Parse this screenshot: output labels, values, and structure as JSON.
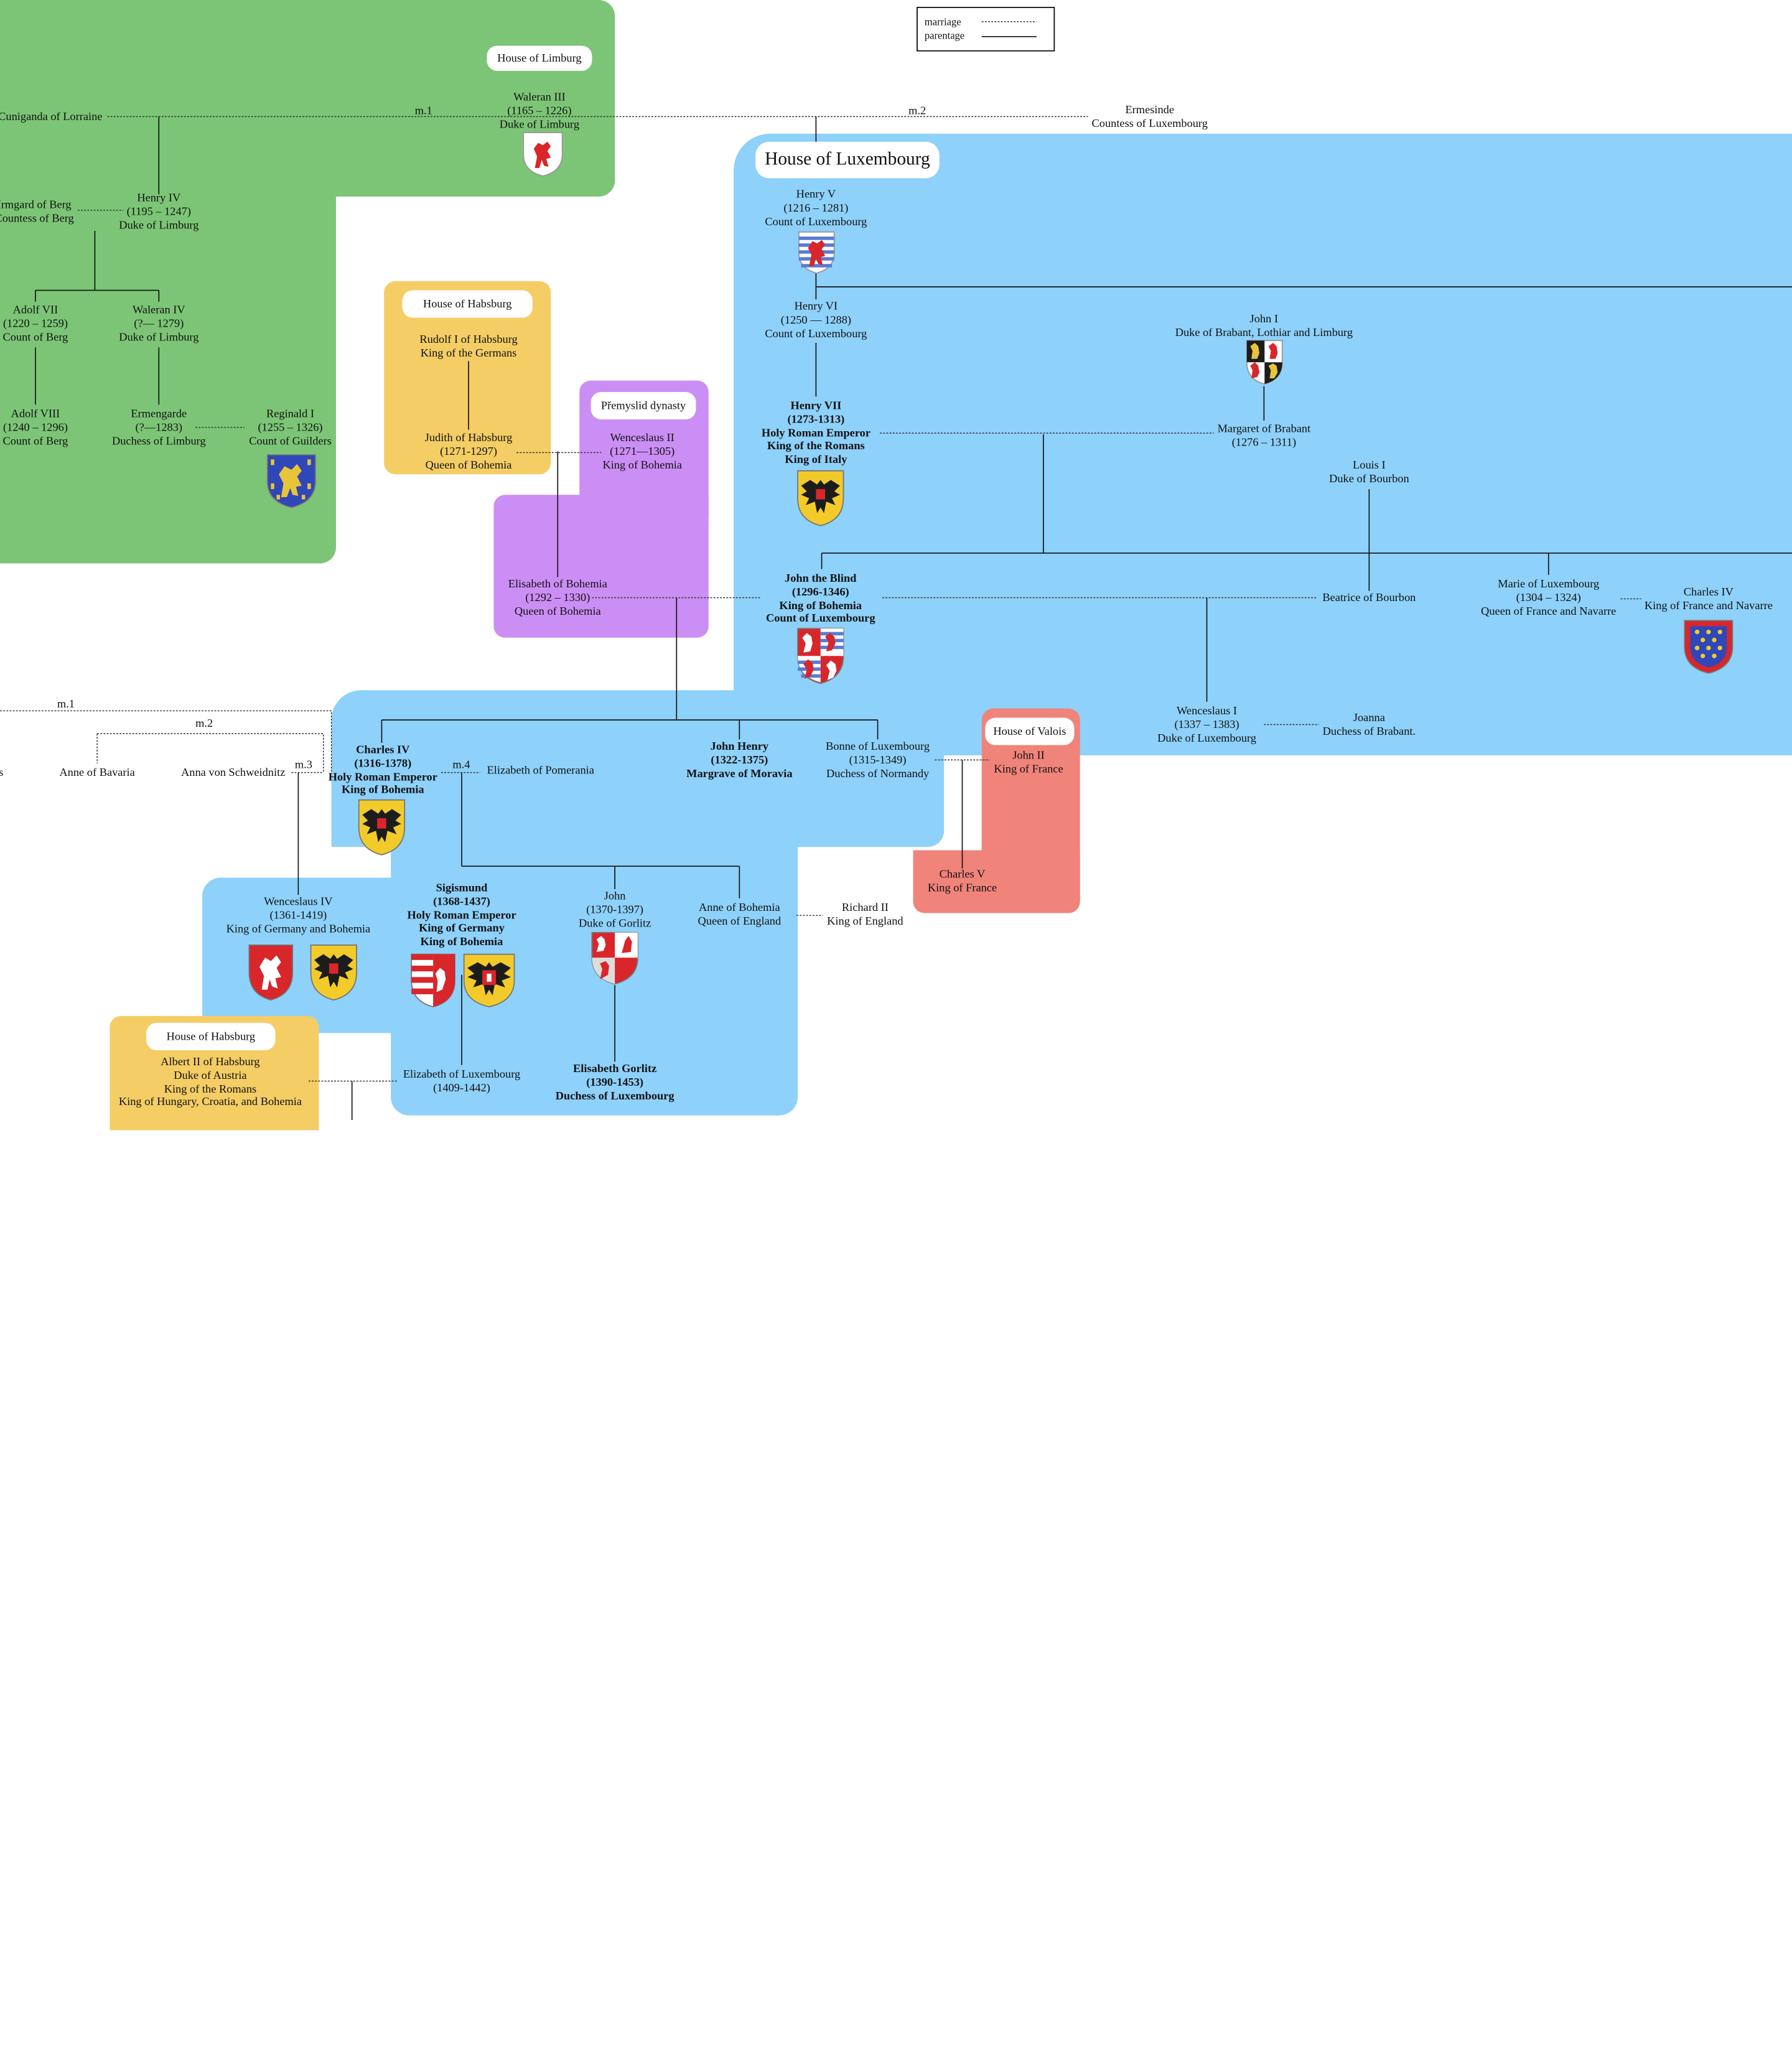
{
  "legend": {
    "marriage": "marriage",
    "parentage": "parentage"
  },
  "colors": {
    "limburg": "#7cc576",
    "luxembourg": "#8ed1fa",
    "habsburg": "#f4cd65",
    "premyslid": "#cb8ef4",
    "valois": "#f0837a"
  },
  "houses": {
    "limburg": "House of Limburg",
    "luxembourg": "House of Luxembourg",
    "habsburg_top": "House of Habsburg",
    "premyslid": "Přemyslid dynasty",
    "valois": "House of Valois",
    "habsburg_bottom": "House of Habsburg"
  },
  "marks": {
    "m1": "m.1",
    "m2": "m.2",
    "m1b": "m.1",
    "m2b": "m.2",
    "m3": "m.3",
    "m4": "m.4"
  },
  "people": {
    "cuniganda": [
      "Cuniganda of Lorraine"
    ],
    "waleran3": [
      "Waleran III",
      "(1165 – 1226)",
      "Duke of Limburg"
    ],
    "ermesinde": [
      "Ermesinde",
      "Countess of Luxembourg"
    ],
    "irmgard": [
      "Irmgard of Berg",
      "Countess of Berg"
    ],
    "henry4": [
      "Henry IV",
      "(1195 – 1247)",
      "Duke of Limburg"
    ],
    "adolf7": [
      "Adolf VII",
      "(1220 – 1259)",
      "Count of Berg"
    ],
    "waleran4": [
      "Waleran IV",
      "(?— 1279)",
      "Duke of Limburg"
    ],
    "adolf8": [
      "Adolf VIII",
      "(1240 – 1296)",
      "Count of Berg"
    ],
    "ermengarde": [
      "Ermengarde",
      "(?—1283)",
      "Duchess of Limburg"
    ],
    "reginald1": [
      "Reginald I",
      "(1255 – 1326)",
      "Count of Guilders"
    ],
    "rudolf1": [
      "Rudolf I of Habsburg",
      "King of the Germans"
    ],
    "judith": [
      "Judith of Habsburg",
      "(1271-1297)",
      "Queen of Bohemia"
    ],
    "wenceslaus2": [
      "Wenceslaus II",
      "(1271—1305)",
      "King of Bohemia"
    ],
    "elisabeth_bohemia": [
      "Elisabeth of Bohemia",
      "(1292 – 1330)",
      "Queen of Bohemia"
    ],
    "henry5": [
      "Henry V",
      "(1216 – 1281)",
      "Count of Luxembourg"
    ],
    "henry6": [
      "Henry VI",
      "(1250 — 1288)",
      "Count of Luxembourg"
    ],
    "john1_brabant": [
      "John I",
      "Duke of Brabant, Lothiar and Limburg"
    ],
    "henry7": [
      "Henry VII",
      "(1273-1313)",
      "Holy Roman Emperor",
      "King of the Romans",
      "King of Italy"
    ],
    "margaret_brabant": [
      "Margaret of Brabant",
      "(1276 – 1311)"
    ],
    "louis1_bourbon": [
      "Louis I",
      "Duke of Bourbon"
    ],
    "john_blind": [
      "John the Blind",
      "(1296-1346)",
      "King of Bohemia",
      "Count of Luxembourg"
    ],
    "beatrice": [
      "Beatrice of  Bourbon"
    ],
    "marie_lux": [
      "Marie of Luxembourg",
      "(1304 – 1324)",
      "Queen of France and Navarre"
    ],
    "charles4_france": [
      "Charles IV",
      "King of France and Navarre"
    ],
    "wenceslaus1": [
      "Wenceslaus I",
      "(1337 – 1383)",
      "Duke of Luxembourg"
    ],
    "joanna": [
      "Joanna",
      "Duchess of Brabant."
    ],
    "charles4_hre": [
      "Charles IV",
      "(1316-1378)",
      "Holy Roman Emperor",
      "King of Bohemia"
    ],
    "john_henry": [
      "John Henry",
      "(1322-1375)",
      "Margrave of Moravia"
    ],
    "bonne": [
      "Bonne of Luxembourg",
      "(1315-1349)",
      "Duchess of Normandy"
    ],
    "john2_france": [
      "John II",
      "King of France"
    ],
    "charles5": [
      "Charles V",
      "King of France"
    ],
    "blanche": [
      "s"
    ],
    "anne_bavaria": [
      "Anne of Bavaria"
    ],
    "anna_schweidnitz": [
      "Anna von Schweidnitz"
    ],
    "elizabeth_pomerania": [
      "Elizabeth of Pomerania"
    ],
    "wenceslaus4": [
      "Wenceslaus IV",
      "(1361-1419)",
      "King of Germany and Bohemia"
    ],
    "sigismund": [
      "Sigismund",
      "(1368-1437)",
      "Holy Roman Emperor",
      "King of Germany",
      "King of Bohemia"
    ],
    "john_gorlitz": [
      "John",
      "(1370-1397)",
      "Duke of Gorlitz"
    ],
    "anne_bohemia": [
      "Anne of Bohemia",
      "Queen of England"
    ],
    "richard2": [
      "Richard II",
      "King of England"
    ],
    "albert2": [
      "Albert II of Habsburg",
      "Duke of Austria",
      "King of the Romans",
      "King of Hungary, Croatia, and Bohemia"
    ],
    "elizabeth_lux": [
      "Elizabeth of Luxembourg",
      "(1409-1442)"
    ],
    "elisabeth_gorlitz": [
      "Elisabeth Gorlitz",
      "(1390-1453)",
      "Duchess of Luxembourg"
    ]
  },
  "shields": {
    "waleran3": "limburg-lion-shield-icon",
    "reginald1": "guelders-lion-shield-icon",
    "henry5": "luxembourg-lion-shield-icon",
    "john1_brabant": "brabant-limburg-quartered-shield-icon",
    "henry7": "imperial-eagle-shield-icon",
    "john_blind": "bohemia-luxembourg-quartered-shield-icon",
    "charles4_france": "france-navarre-shield-icon",
    "charles4_hre": "imperial-eagle-shield-icon",
    "wenceslaus4_a": "bohemian-lion-shield-icon",
    "wenceslaus4_b": "imperial-eagle-shield-icon",
    "sigismund_a": "hungary-bohemia-shield-icon",
    "sigismund_b": "imperial-eagle-shield-icon",
    "john_gorlitz": "gorlitz-shield-icon"
  }
}
